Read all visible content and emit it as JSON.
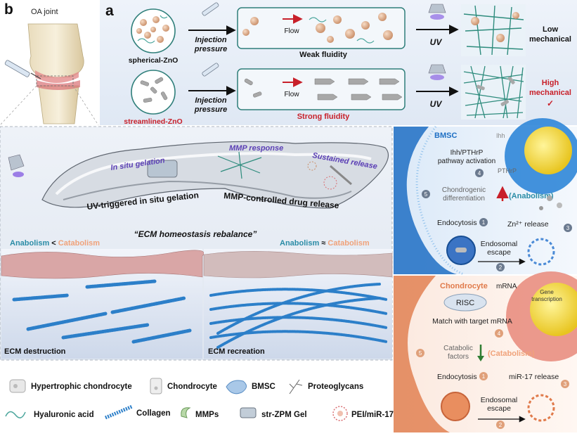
{
  "panel_a": {
    "label": "a",
    "label_b": "b",
    "joint_label": "OA joint",
    "row1": {
      "particle": "spherical-ZnO",
      "pressure_line1": "Injection",
      "pressure_line2": "pressure",
      "flow": "Flow",
      "fluidity": "Weak fluidity",
      "uv": "UV",
      "outcome_line1": "Low",
      "outcome_line2": "mechanical"
    },
    "row2": {
      "particle": "streamlined-ZnO",
      "pressure_line1": "Injection",
      "pressure_line2": "pressure",
      "flow": "Flow",
      "fluidity": "Strong fluidity",
      "uv": "UV",
      "outcome_line1": "High",
      "outcome_line2": "mechanical",
      "check": "✓"
    }
  },
  "middle": {
    "in_situ": "In situ gelation",
    "mmp_response": "MMP  response",
    "sustained": "Sustained release",
    "uv_triggered": "UV-triggered in situ gelation",
    "mmp_controlled": "MMP-controlled drug release",
    "rebalance": "“ECM homeostasis rebalance”",
    "left_balance": {
      "a": "Anabolism",
      "op": " < ",
      "c": "Catabolism"
    },
    "right_balance": {
      "a": "Anabolism",
      "op": " ≈ ",
      "c": "Catabolism"
    },
    "ecm_destruction": "ECM destruction",
    "ecm_recreation": "ECM recreation"
  },
  "bmsc_panel": {
    "title": "BMSC",
    "ihh": "Ihh",
    "pthrp": "PTHrP",
    "pathway_line1": "Ihh/PTHrP",
    "pathway_line2": "pathway activation",
    "step4": "4",
    "step5": "5",
    "chondro_line1": "Chondrogenic",
    "chondro_line2": "differentiation",
    "anabolism": "(Anabolism)",
    "step1": "1",
    "endocytosis": "Endocytosis",
    "zn_release": "Zn²⁺ release",
    "step3": "3",
    "escape_line1": "Endosomal",
    "escape_line2": "escape",
    "step2": "2"
  },
  "chondro_panel": {
    "title": "Chondrocyte",
    "mrna": "mRNA",
    "gene_line1": "Gene",
    "gene_line2": "transcription",
    "risc": "RISC",
    "match": "Match with target mRNA",
    "step4": "4",
    "step5": "5",
    "catabolic_line1": "Catabolic",
    "catabolic_line2": "factors",
    "catabolism": "(Catabolism)",
    "step1": "1",
    "endocytosis": "Endocytosis",
    "mir_release": "miR-17 release",
    "step3": "3",
    "escape_line1": "Endosomal",
    "escape_line2": "escape",
    "step2": "2"
  },
  "legend": {
    "hypertrophic": "Hypertrophic chondrocyte",
    "chondrocyte": "Chondrocyte",
    "bmsc": "BMSC",
    "proteoglycans": "Proteoglycans",
    "hyaluronic": "Hyaluronic acid",
    "collagen": "Collagen",
    "mmps": "MMPs",
    "gel": "str-ZPM Gel",
    "pei": "PEI/miR-17"
  },
  "colors": {
    "bmsc_blue": "#1e6fc4",
    "chondro_orange": "#e07a4a",
    "anabolism_teal": "#2a8ca6",
    "catabolism_salmon": "#f0a27a",
    "alert_red": "#c8202a",
    "arrow_up_red": "#d01e1e",
    "arrow_down_green": "#2e7d32"
  }
}
